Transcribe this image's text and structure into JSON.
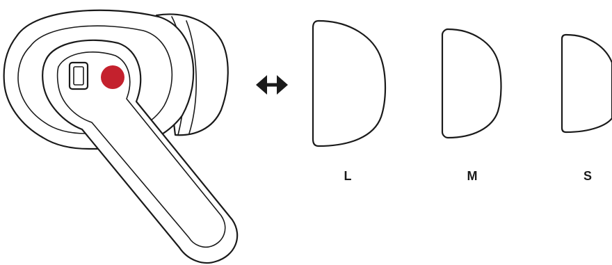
{
  "diagram": {
    "arrow_icon": "double-headed-arrow",
    "button_color": "#c4212d",
    "ear_tips": [
      {
        "size": "L"
      },
      {
        "size": "M"
      },
      {
        "size": "S"
      }
    ]
  }
}
